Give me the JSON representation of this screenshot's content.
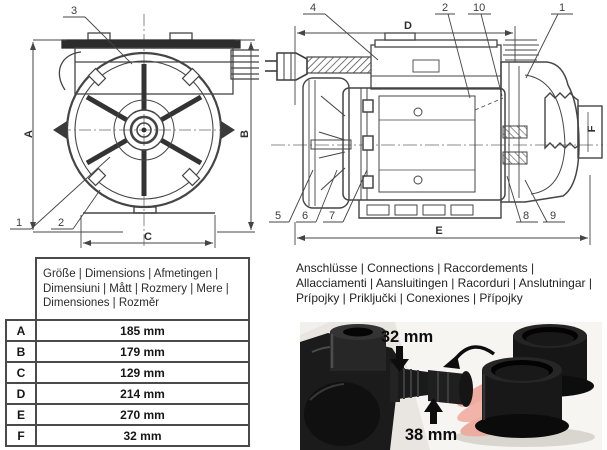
{
  "front_view": {
    "callout_1": "1",
    "callout_2": "2",
    "callout_3": "3",
    "dim_a": "A",
    "dim_b": "B",
    "dim_c": "C"
  },
  "side_view": {
    "callout_4": "4",
    "callout_2": "2",
    "callout_10": "10",
    "callout_1": "1",
    "callout_5": "5",
    "callout_6": "6",
    "callout_7": "7",
    "callout_8": "8",
    "callout_9": "9",
    "dim_d": "D",
    "dim_e": "E",
    "dim_f": "F"
  },
  "dimensions_table": {
    "header": "Größe | Dimensions | Afmetingen | Dimensiuni | Mått | Rozmery | Mere | Dimensiones | Rozměr",
    "rows": [
      {
        "label": "A",
        "value": "185 mm"
      },
      {
        "label": "B",
        "value": "179 mm"
      },
      {
        "label": "C",
        "value": "129 mm"
      },
      {
        "label": "D",
        "value": "214 mm"
      },
      {
        "label": "E",
        "value": "270 mm"
      },
      {
        "label": "F",
        "value": "32 mm"
      }
    ]
  },
  "connections": {
    "header": "Anschlüsse | Connections | Raccordements | Allacciamenti | Aansluitingen | Racorduri | Anslutningar | Prípojky | Priključki | Conexiones | Přípojky",
    "photo_labels": {
      "top": "32 mm",
      "bottom": "38 mm"
    }
  },
  "colors": {
    "drawing_line": "#454545",
    "photo_black": "#161616",
    "hand_pink": "#f2b3a9",
    "paper": "#ffffff"
  }
}
